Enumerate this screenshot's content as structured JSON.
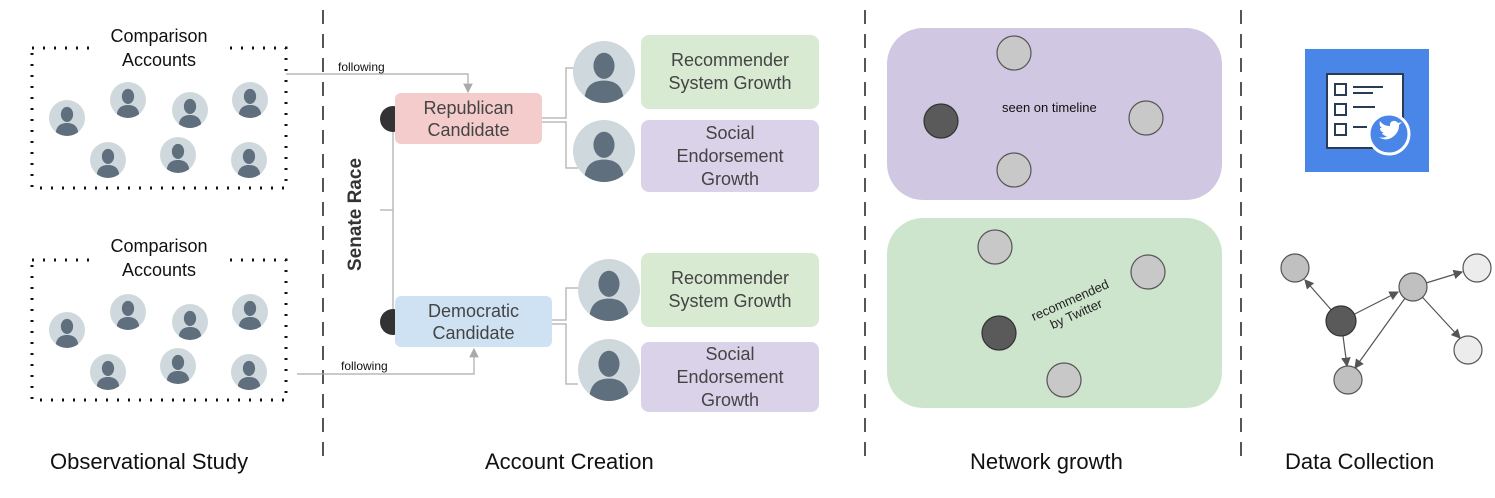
{
  "observational": {
    "top_group_label": "Comparison Accounts",
    "bottom_group_label": "Comparison Accounts",
    "section_title": "Observational Study"
  },
  "account_creation": {
    "following_top": "following",
    "following_bottom": "following",
    "senate_race": "Senate Race",
    "republican": "Republican Candidate",
    "democratic": "Democratic Candidate",
    "rep_recommender": "Recommender System Growth",
    "rep_social": "Social Endorsement Growth",
    "dem_recommender": "Recommender System Growth",
    "dem_social": "Social Endorsement Growth",
    "section_title": "Account Creation"
  },
  "network_growth": {
    "seen_label": "seen on timeline",
    "recommended_label_1": "recommended",
    "recommended_label_2": "by Twitter",
    "section_title": "Network growth"
  },
  "data_collection": {
    "section_title": "Data Collection",
    "icon": "survey-twitter-icon"
  },
  "colors": {
    "republican": "#f4cccc",
    "democratic": "#cfe2f3",
    "recommender": "#d9ead3",
    "social": "#d9d2e9",
    "panel_purple": "#d0c8e3",
    "panel_green": "#cde5cd",
    "avatar_bg": "#cfd8dc",
    "avatar_fg": "#607080",
    "survey_blue": "#4a86e8"
  }
}
